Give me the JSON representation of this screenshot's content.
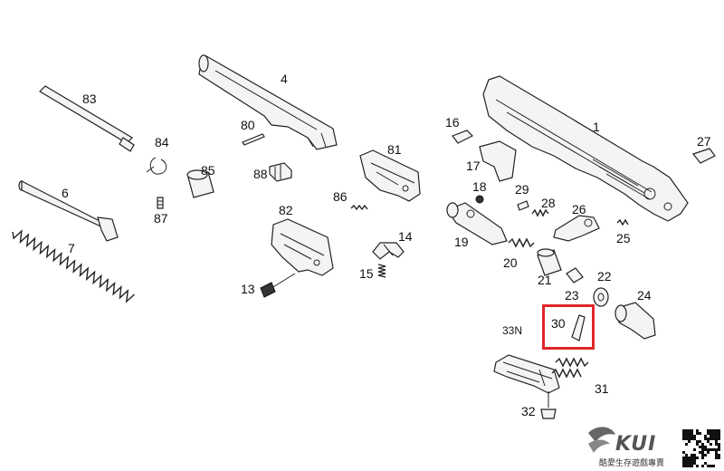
{
  "parts": [
    {
      "id": "p83",
      "label": "83"
    },
    {
      "id": "p4",
      "label": "4"
    },
    {
      "id": "p80",
      "label": "80"
    },
    {
      "id": "p84",
      "label": "84"
    },
    {
      "id": "p85",
      "label": "85"
    },
    {
      "id": "p88",
      "label": "88"
    },
    {
      "id": "p87",
      "label": "87"
    },
    {
      "id": "p6",
      "label": "6"
    },
    {
      "id": "p7",
      "label": "7"
    },
    {
      "id": "p81",
      "label": "81"
    },
    {
      "id": "p86",
      "label": "86"
    },
    {
      "id": "p82",
      "label": "82"
    },
    {
      "id": "p14",
      "label": "14"
    },
    {
      "id": "p15",
      "label": "15"
    },
    {
      "id": "p13",
      "label": "13"
    },
    {
      "id": "p16",
      "label": "16"
    },
    {
      "id": "p1",
      "label": "1"
    },
    {
      "id": "p17",
      "label": "17"
    },
    {
      "id": "p27",
      "label": "27"
    },
    {
      "id": "p18",
      "label": "18"
    },
    {
      "id": "p29",
      "label": "29"
    },
    {
      "id": "p28",
      "label": "28"
    },
    {
      "id": "p26",
      "label": "26"
    },
    {
      "id": "p25",
      "label": "25"
    },
    {
      "id": "p19",
      "label": "19"
    },
    {
      "id": "p20",
      "label": "20"
    },
    {
      "id": "p21",
      "label": "21"
    },
    {
      "id": "p23",
      "label": "23"
    },
    {
      "id": "p22",
      "label": "22"
    },
    {
      "id": "p24",
      "label": "24"
    },
    {
      "id": "p30",
      "label": "30"
    },
    {
      "id": "p33N",
      "label": "33N"
    },
    {
      "id": "p31",
      "label": "31"
    },
    {
      "id": "p32",
      "label": "32"
    }
  ],
  "highlighted_part": "30",
  "highlight_color": "#e0262b",
  "brand": {
    "logo_text": "KUI",
    "tagline": "酷愛生存遊戲專賣"
  }
}
